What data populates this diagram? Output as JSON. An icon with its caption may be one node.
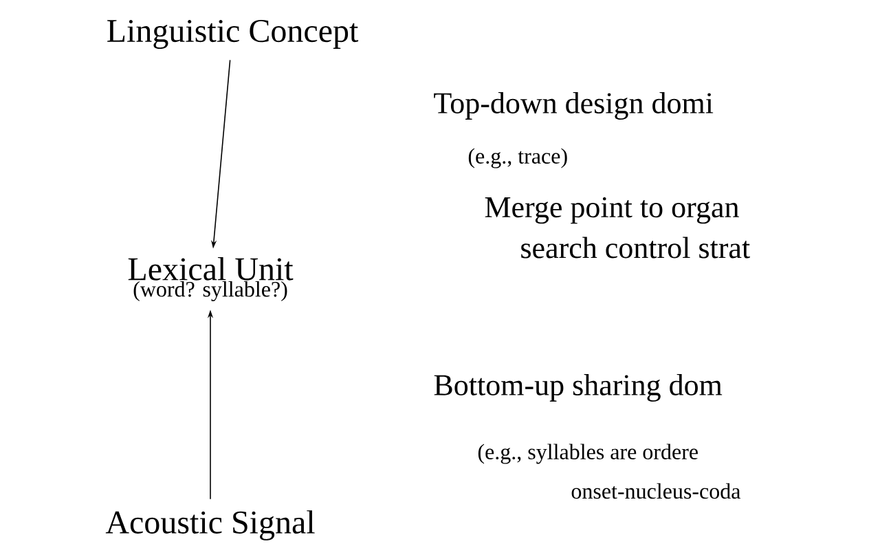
{
  "diagram": {
    "nodes": [
      {
        "text": [
          "Linguistic Concept"
        ]
      },
      {
        "text": [
          "Lexical Unit",
          "(word? syllable?)"
        ]
      },
      {
        "text": [
          "Acoustic Signal"
        ]
      }
    ],
    "edges": [
      {
        "from": 0,
        "to": 1,
        "arrow": "to"
      },
      {
        "from": 2,
        "to": 1,
        "arrow": "to"
      }
    ],
    "labels": [
      "Top-down design domi",
      "(e.g., trace)",
      "Merge point to organ",
      "search control strat",
      "Bottom-up sharing dom",
      "(e.g., syllables are ordere",
      "onset-nucleus-coda"
    ]
  }
}
